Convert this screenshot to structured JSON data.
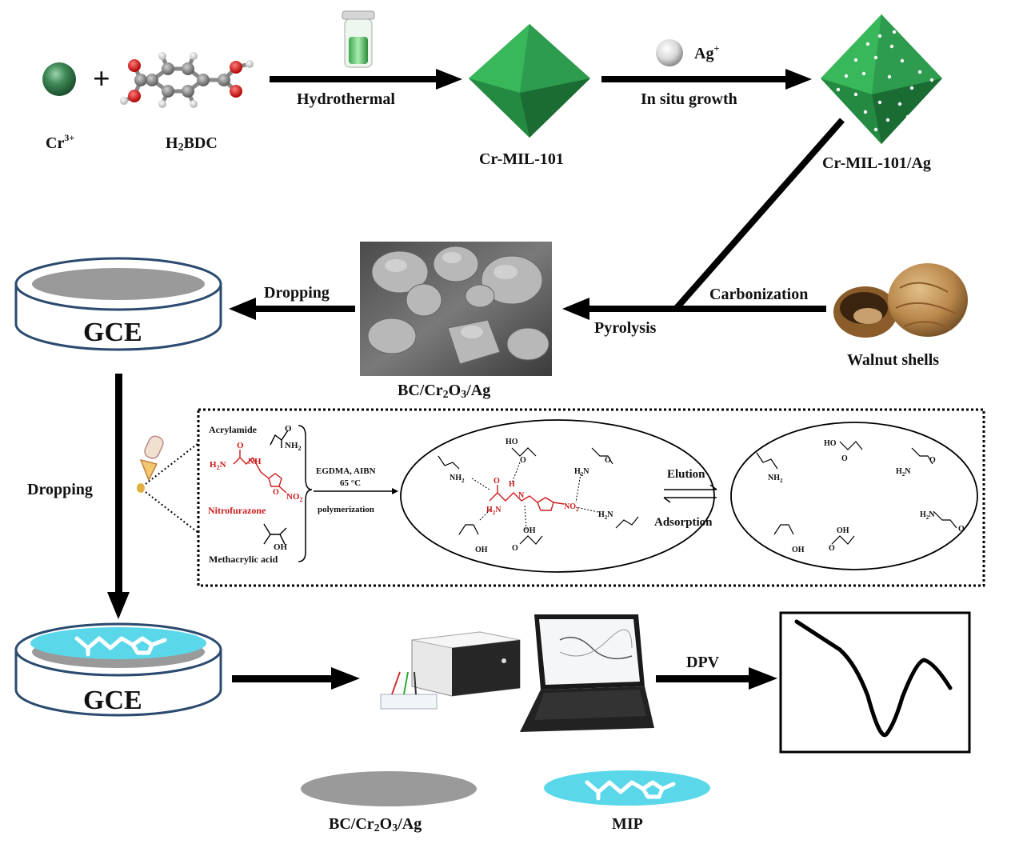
{
  "top_row": {
    "cr_label_main": "Cr",
    "cr_label_sup": "3+",
    "plus_sign": "+",
    "h2bdc_label_a": "H",
    "h2bdc_label_sub": "2",
    "h2bdc_label_b": "BDC",
    "hydrothermal": "Hydrothermal",
    "cr_mil_101": "Cr-MIL-101",
    "ag_label_main": "Ag",
    "ag_label_sup": "+",
    "in_situ_growth": "In situ growth",
    "cr_mil_101_ag": "Cr-MIL-101/Ag"
  },
  "middle_row": {
    "dropping_top": "Dropping",
    "carbonization": "Carbonization",
    "pyrolysis": "Pyrolysis",
    "walnut_shells": "Walnut shells",
    "bc_cr2o3_ag_a": "BC/Cr",
    "bc_cr2o3_ag_sub1": "2",
    "bc_cr2o3_ag_b": "O",
    "bc_cr2o3_ag_sub2": "3",
    "bc_cr2o3_ag_c": "/Ag",
    "gce_top": "GCE"
  },
  "mip_box": {
    "dropping_side": "Dropping",
    "acrylamide": "Acrylamide",
    "nh2": "NH",
    "nh2_sub": "2",
    "h2n_a": "H",
    "h2n_sub": "2",
    "h2n_b": "N",
    "no2_a": "NO",
    "no2_sub": "2",
    "nitrofurazone": "Nitrofurazone",
    "methacrylic_acid": "Methacrylic acid",
    "oh": "OH",
    "ho": "HO",
    "o": "O",
    "n": "N",
    "h": "H",
    "egdma_aibn": "EGDMA, AIBN",
    "temp": "65 °C",
    "polymerization": "polymerization",
    "elution": "Elution",
    "adsorption": "Adsorption"
  },
  "bottom_row": {
    "gce_bottom": "GCE",
    "dpv": "DPV",
    "legend_bc_a": "BC/Cr",
    "legend_bc_sub1": "2",
    "legend_bc_b": "O",
    "legend_bc_sub2": "3",
    "legend_bc_c": "/Ag",
    "legend_mip": "MIP"
  },
  "colors": {
    "cr_green": "#2e7d4a",
    "mof_green": "#2fa84f",
    "mof_dark": "#1e7a36",
    "mip_cyan": "#5ad8ea",
    "bc_gray": "#9a9a9a",
    "nitrofurazone_red": "#cc1a1a",
    "arrow_black": "#000000"
  }
}
